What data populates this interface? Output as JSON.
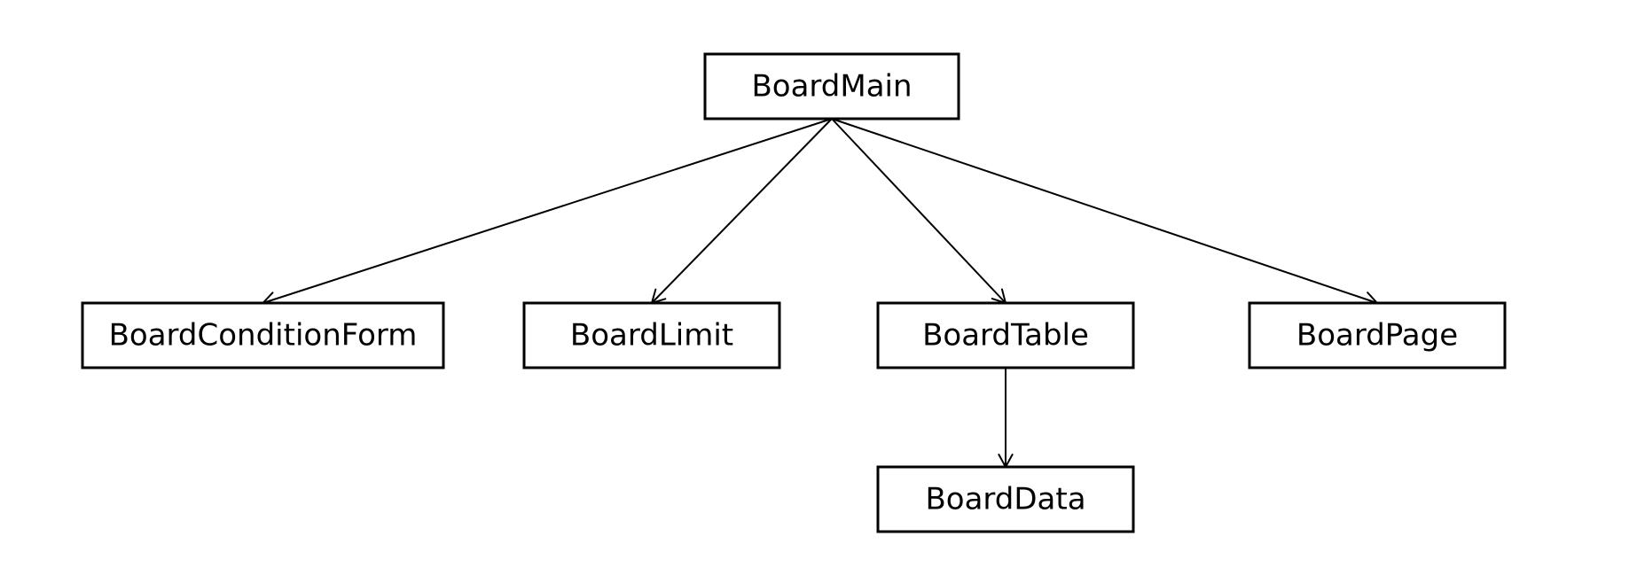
{
  "nodes": {
    "board_main": {
      "label": "BoardMain"
    },
    "board_condition_form": {
      "label": "BoardConditionForm"
    },
    "board_limit": {
      "label": "BoardLimit"
    },
    "board_table": {
      "label": "BoardTable"
    },
    "board_page": {
      "label": "BoardPage"
    },
    "board_data": {
      "label": "BoardData"
    }
  },
  "edges": [
    {
      "from": "board_main",
      "to": "board_condition_form"
    },
    {
      "from": "board_main",
      "to": "board_limit"
    },
    {
      "from": "board_main",
      "to": "board_table"
    },
    {
      "from": "board_main",
      "to": "board_page"
    },
    {
      "from": "board_table",
      "to": "board_data"
    }
  ],
  "colors": {
    "stroke": "#000000",
    "fill": "#ffffff"
  }
}
